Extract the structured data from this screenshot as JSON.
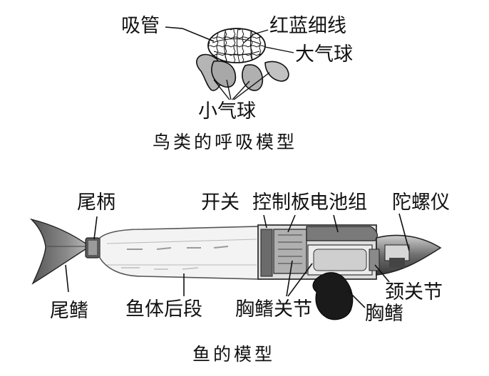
{
  "bird_model": {
    "caption": "鸟类的呼吸模型",
    "labels": {
      "straw": "吸管",
      "thread": "红蓝细线",
      "big_balloon": "大气球",
      "small_balloon": "小气球"
    }
  },
  "fish_model": {
    "caption": "鱼的模型",
    "labels": {
      "tail_stalk": "尾柄",
      "switch": "开关",
      "control_board": "控制板",
      "battery": "电池组",
      "gyroscope": "陀螺仪",
      "neck_joint": "颈关节",
      "tail_fin": "尾鳍",
      "rear_body": "鱼体后段",
      "pectoral_joint": "胸鳍关节",
      "pectoral_fin": "胸鳍"
    }
  },
  "colors": {
    "ink": "#111111",
    "gray": "#8a8a8a",
    "light": "#d9d9d9"
  }
}
